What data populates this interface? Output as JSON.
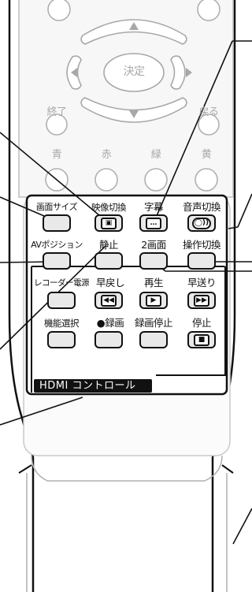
{
  "nav": {
    "center_label": "決定",
    "up_arrow": "triangle-up",
    "down_arrow": "triangle-down",
    "left_arrow": "triangle-left",
    "right_arrow": "triangle-right"
  },
  "top_labels": {
    "end": "終了",
    "back": "戻る"
  },
  "color_buttons": [
    "青",
    "赤",
    "緑",
    "黄"
  ],
  "row1": {
    "labels": [
      "画面サイズ",
      "映像切換",
      "字幕",
      "音声切換"
    ],
    "icons": [
      "",
      "camera-icon",
      "subtitle-icon",
      "audio-icon"
    ]
  },
  "row2": {
    "labels": [
      "AVポジション",
      "静止",
      "2画面",
      "操作切換"
    ]
  },
  "hdmi_section": {
    "row3_labels": [
      "レコーダー電源",
      "早戻し",
      "再生",
      "早送り"
    ],
    "row3_icons": [
      "",
      "rewind-icon",
      "play-icon",
      "fast-forward-icon"
    ],
    "row4_labels": [
      "機能選択",
      "●録画",
      "録画停止",
      "停止"
    ],
    "row4_icons": [
      "",
      "",
      "",
      "stop-icon"
    ],
    "title": "HDMI コントロール"
  },
  "colors": {
    "ink": "#111111",
    "faded": "#a8a8a8",
    "button_fill": "#e9e9e9",
    "body_fill": "#f6f6f6"
  }
}
